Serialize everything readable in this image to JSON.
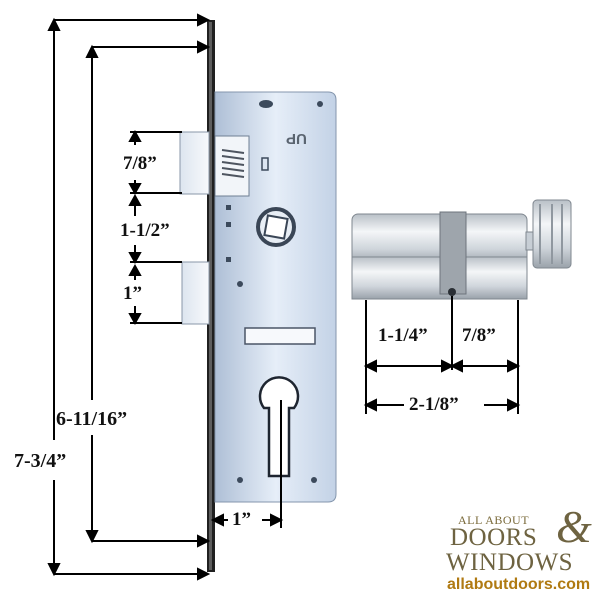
{
  "diagram": {
    "mortise_lock": {
      "up_mark": "UP",
      "dimensions": {
        "overall_height": "7-3/4”",
        "hole_spacing": "6-11/16”",
        "latch_height": "7/8”",
        "gap": "1-1/2”",
        "bolt_height": "1”",
        "backset": "1”"
      }
    },
    "cylinder": {
      "dimensions": {
        "cam_to_body_end": "1-1/4”",
        "cam_to_thumbturn_end": "7/8”",
        "total_length": "2-1/8”"
      }
    }
  },
  "logo": {
    "line1": "ALL ABOUT",
    "line2": "DOORS",
    "ampersand": "&",
    "line3": "WINDOWS",
    "url": "allaboutdoors.com"
  },
  "colors": {
    "faceplate": "#c9d7e8",
    "body": "#e3ecf6",
    "edge": "#2a2a2a",
    "cylinder": "#d6dbe0",
    "logo": "#6e6341",
    "url": "#b07a12"
  }
}
